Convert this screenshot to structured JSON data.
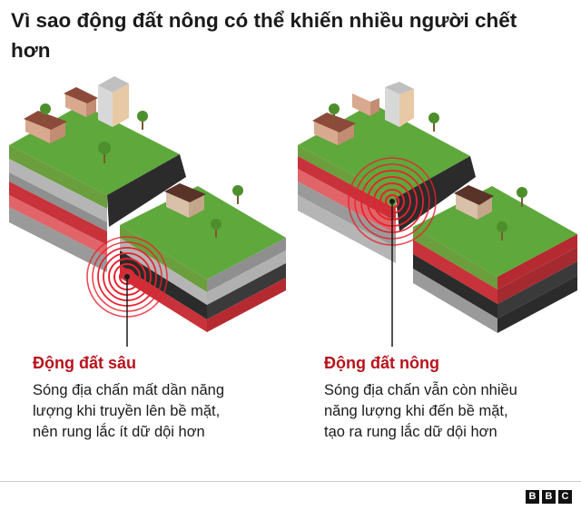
{
  "title": "Vì sao động đất nông có thể khiến nhiều người chết hơn",
  "deep": {
    "heading": "Động đất sâu",
    "lines": [
      "Sóng địa chấn mất dần năng",
      "lượng khi truyền lên bề mặt,",
      "nên rung lắc ít dữ dội hơn"
    ]
  },
  "shallow": {
    "heading": "Động đất nông",
    "lines": [
      "Sóng địa chấn vẫn còn nhiều",
      "năng lượng khi đến bề mặt,",
      "tạo ra rung lắc dữ dội hơn"
    ]
  },
  "logo": [
    "B",
    "B",
    "C"
  ],
  "colors": {
    "accent": "#b8131c",
    "grass": "#5fa83c",
    "grass_dark": "#3f7d27",
    "rock_red": "#c8323a",
    "rock_grey": "#8a8a8a",
    "rock_dark": "#2b2b2b"
  }
}
